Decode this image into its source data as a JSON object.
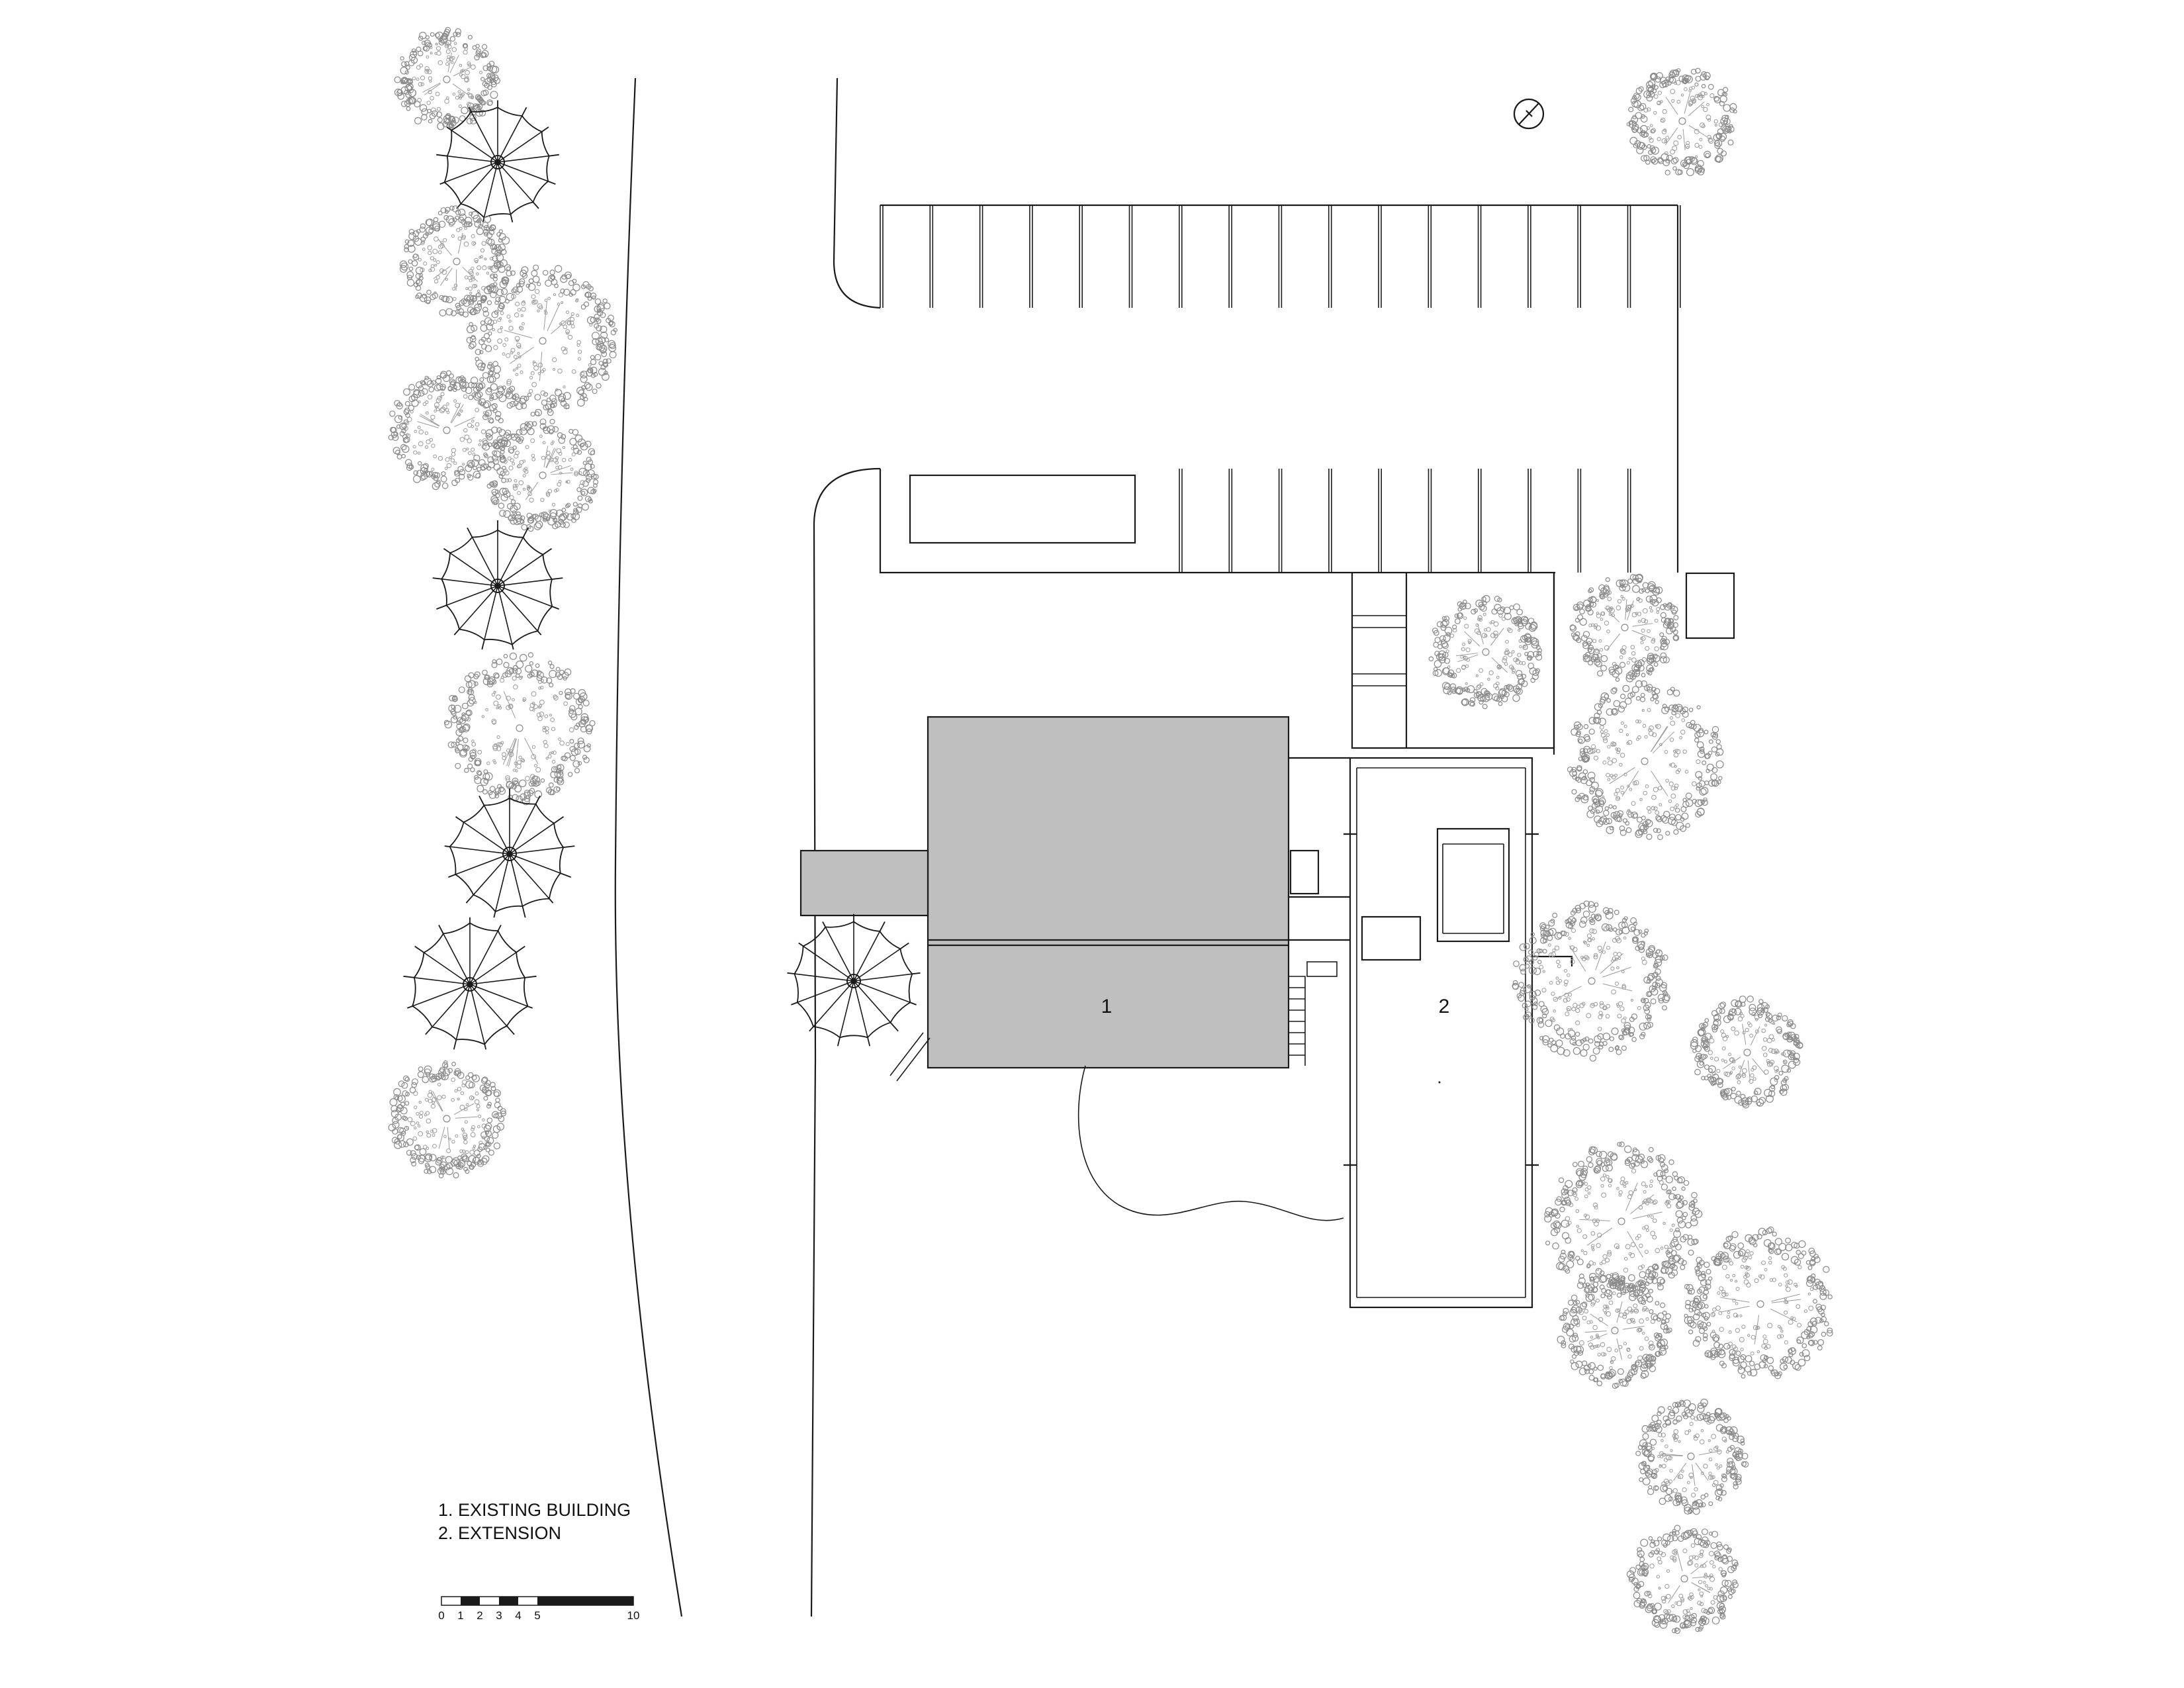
{
  "labels": {
    "building_1": "1",
    "building_2": "2"
  },
  "legend": {
    "items": [
      "1. EXISTING BUILDING",
      "2. EXTENSION"
    ]
  },
  "scale_bar": {
    "ticks": [
      "0",
      "1",
      "2",
      "3",
      "4",
      "5",
      "10"
    ]
  },
  "icons": {
    "north_arrow": "north-arrow-icon",
    "deciduous_tree": "deciduous-tree-icon",
    "conifer_tree": "conifer-tree-icon"
  },
  "colors": {
    "existing_building_fill": "#bfbfbf",
    "linework": "#1a1a1a",
    "tree_stipple": "#8a8a8a"
  }
}
